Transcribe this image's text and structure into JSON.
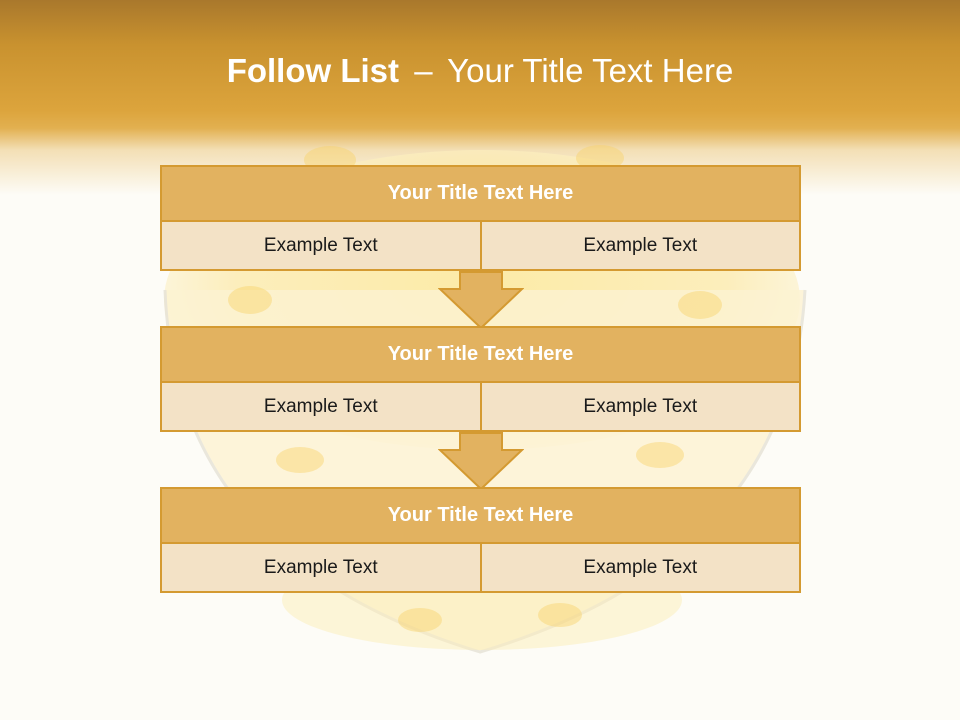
{
  "slide": {
    "title_bold": "Follow List",
    "title_separator": "–",
    "title_rest": "Your Title Text Here"
  },
  "blocks": [
    {
      "title": "Your Title Text Here",
      "left": "Example Text",
      "right": "Example Text"
    },
    {
      "title": "Your Title Text Here",
      "left": "Example Text",
      "right": "Example Text"
    },
    {
      "title": "Your Title Text Here",
      "left": "Example Text",
      "right": "Example Text"
    }
  ],
  "colors": {
    "header": "#dca43c",
    "block_title_fill": "#e2b260",
    "block_border": "#d49a31",
    "cell_fill": "#f3e2c6"
  },
  "icons": {
    "connector": "down-arrow-icon",
    "background": "candy-corn-bowl"
  }
}
